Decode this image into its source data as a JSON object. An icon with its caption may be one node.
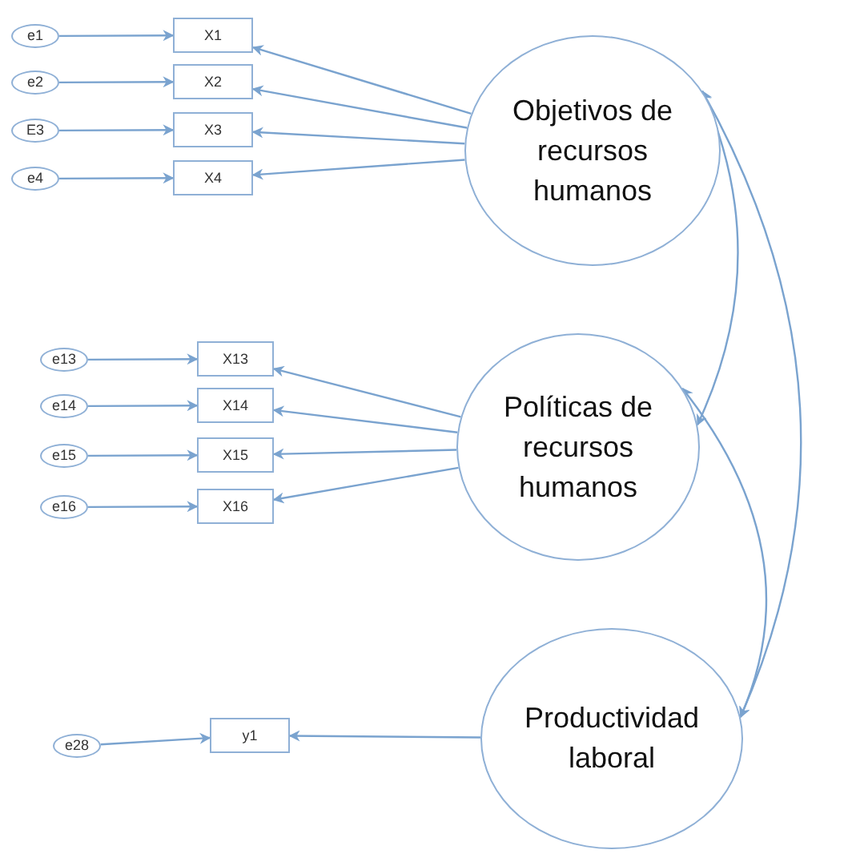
{
  "diagram": {
    "nodes": [
      {
        "text": [
          "e1"
        ]
      },
      {
        "text": [
          "e2"
        ]
      },
      {
        "text": [
          "E3"
        ]
      },
      {
        "text": [
          "e4"
        ]
      },
      {
        "text": [
          "X1"
        ]
      },
      {
        "text": [
          "X2"
        ]
      },
      {
        "text": [
          "X3"
        ]
      },
      {
        "text": [
          "X4"
        ]
      },
      {
        "text": [
          "Objetivos de recursos humanos"
        ]
      },
      {
        "text": [
          "e13"
        ]
      },
      {
        "text": [
          "e14"
        ]
      },
      {
        "text": [
          "e15"
        ]
      },
      {
        "text": [
          "e16"
        ]
      },
      {
        "text": [
          "X13"
        ]
      },
      {
        "text": [
          "X14"
        ]
      },
      {
        "text": [
          "X15"
        ]
      },
      {
        "text": [
          "X16"
        ]
      },
      {
        "text": [
          "Políticas de recursos humanos"
        ]
      },
      {
        "text": [
          "e28"
        ]
      },
      {
        "text": [
          "y1"
        ]
      },
      {
        "text": [
          "Productividad laboral"
        ]
      }
    ],
    "edges": [
      {
        "from": 0,
        "to": 4,
        "arrow": "to"
      },
      {
        "from": 1,
        "to": 5,
        "arrow": "to"
      },
      {
        "from": 2,
        "to": 6,
        "arrow": "to"
      },
      {
        "from": 3,
        "to": 7,
        "arrow": "to"
      },
      {
        "from": 8,
        "to": 4,
        "arrow": "to"
      },
      {
        "from": 8,
        "to": 5,
        "arrow": "to"
      },
      {
        "from": 8,
        "to": 6,
        "arrow": "to"
      },
      {
        "from": 8,
        "to": 7,
        "arrow": "to"
      },
      {
        "from": 9,
        "to": 13,
        "arrow": "to"
      },
      {
        "from": 10,
        "to": 14,
        "arrow": "to"
      },
      {
        "from": 11,
        "to": 15,
        "arrow": "to"
      },
      {
        "from": 12,
        "to": 16,
        "arrow": "to"
      },
      {
        "from": 17,
        "to": 13,
        "arrow": "to"
      },
      {
        "from": 17,
        "to": 14,
        "arrow": "to"
      },
      {
        "from": 17,
        "to": 15,
        "arrow": "to"
      },
      {
        "from": 17,
        "to": 16,
        "arrow": "to"
      },
      {
        "from": 18,
        "to": 19,
        "arrow": "to"
      },
      {
        "from": 20,
        "to": 19,
        "arrow": "to"
      },
      {
        "from": 8,
        "to": 17,
        "arrow": "both"
      },
      {
        "from": 17,
        "to": 20,
        "arrow": "both"
      },
      {
        "from": 8,
        "to": 20,
        "arrow": "both"
      }
    ]
  }
}
